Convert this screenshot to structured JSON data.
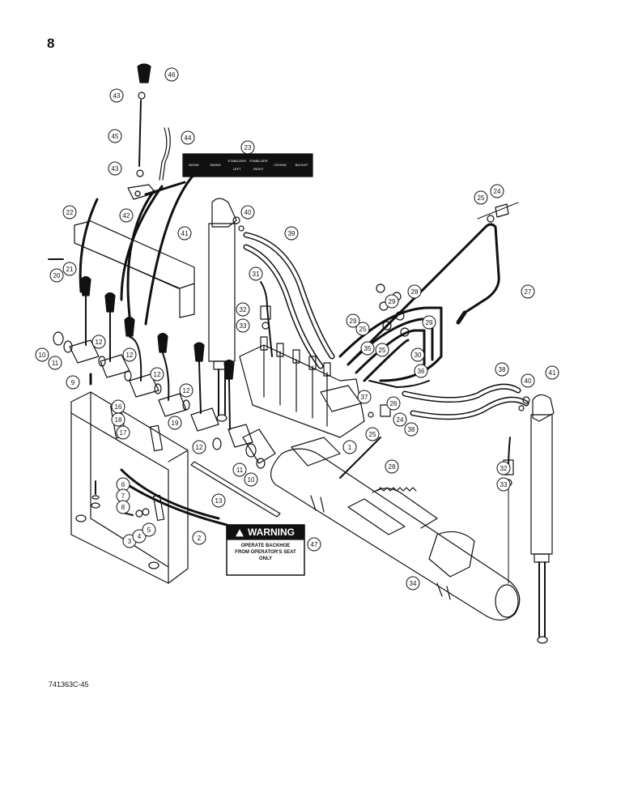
{
  "page": {
    "number": "8",
    "figure_code": "741363C-45"
  },
  "decal": {
    "labels": [
      "BOOM",
      "SWING",
      "STABILIZER LEFT",
      "STABILIZER RIGHT",
      "CROWD",
      "BUCKET"
    ]
  },
  "warning_decal": {
    "title": "WARNING",
    "lines": [
      "OPERATE BACKHOE",
      "FROM OPERATOR'S SEAT",
      "ONLY"
    ]
  },
  "callouts": [
    "1",
    "2",
    "3",
    "4",
    "5",
    "6",
    "7",
    "8",
    "9",
    "10",
    "11",
    "12",
    "13",
    "16",
    "17",
    "18",
    "19",
    "20",
    "21",
    "22",
    "23",
    "24",
    "25",
    "26",
    "27",
    "28",
    "29",
    "30",
    "31",
    "32",
    "33",
    "34",
    "35",
    "36",
    "37",
    "38",
    "39",
    "40",
    "41",
    "42",
    "43",
    "44",
    "45",
    "46",
    "47"
  ],
  "colors": {
    "ink": "#111111",
    "paper": "#ffffff"
  }
}
